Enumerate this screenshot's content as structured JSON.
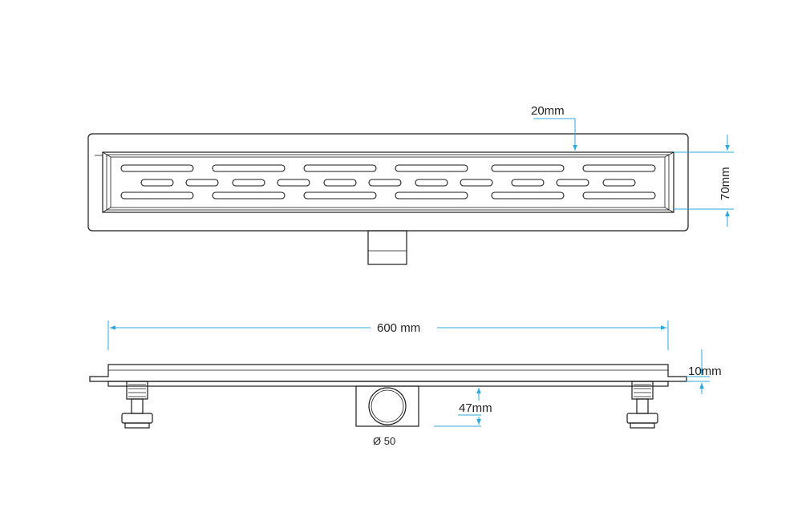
{
  "dimensions": {
    "grate_offset": "20mm",
    "channel_width": "70mm",
    "length": "600 mm",
    "flange_height": "10mm",
    "outlet_height": "47mm",
    "outlet_diameter": "Ø 50"
  },
  "colors": {
    "outline": "#1a1a1a",
    "dimension_line": "#29a9e0",
    "background": "#ffffff",
    "text": "#222222"
  }
}
